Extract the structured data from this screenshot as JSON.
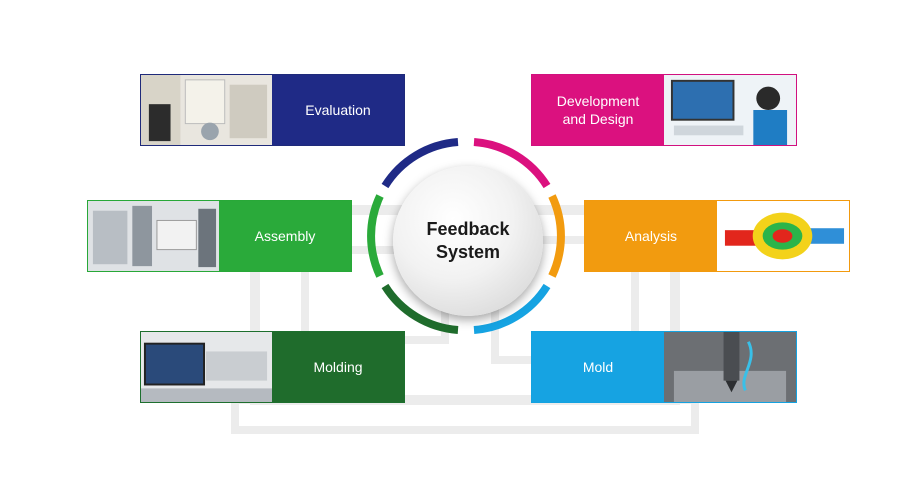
{
  "center": {
    "line1": "Feedback",
    "line2": "System"
  },
  "cards": {
    "evaluation": {
      "label": "Evaluation",
      "color": "#1f2a86"
    },
    "development": {
      "label": "Development\nand Design",
      "color": "#db117f"
    },
    "assembly": {
      "label": "Assembly",
      "color": "#2aaa3a"
    },
    "analysis": {
      "label": "Analysis",
      "color": "#f29b0f"
    },
    "molding": {
      "label": "Molding",
      "color": "#1f6c2c"
    },
    "mold": {
      "label": "Mold",
      "color": "#16a3e2"
    }
  },
  "ring_colors": [
    "#db117f",
    "#f29b0f",
    "#16a3e2",
    "#1f6c2c",
    "#2aaa3a",
    "#1f2a86"
  ]
}
